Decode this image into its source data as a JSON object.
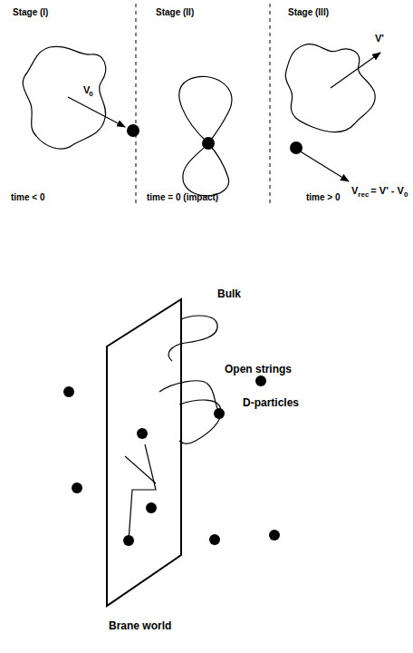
{
  "diagram": {
    "labels": [
      "Stage (I)",
      "Stage (II)",
      "Stage (III)",
      "V",
      "0",
      "time < 0",
      "time = 0 (impact)",
      "V'",
      "V",
      "rec",
      "= V' - V",
      "0",
      "time > 0",
      "Bulk",
      "Open strings",
      "D-particles",
      "Brane world"
    ]
  }
}
